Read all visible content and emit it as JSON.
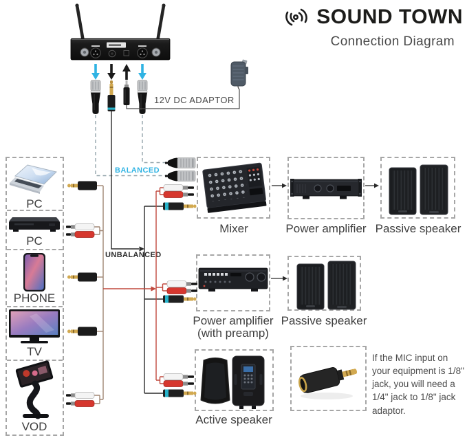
{
  "header": {
    "brand": "SOUND TOWN",
    "subtitle": "Connection Diagram"
  },
  "labels": {
    "dc_adaptor": "12V DC ADAPTOR",
    "balanced": "BALANCED",
    "unbalanced": "UNBALANCED"
  },
  "devices": [
    {
      "id": "pc-laptop",
      "label": "PC"
    },
    {
      "id": "pc-player",
      "label": "PC"
    },
    {
      "id": "phone",
      "label": "PHONE"
    },
    {
      "id": "tv",
      "label": "TV"
    },
    {
      "id": "vod",
      "label": "VOD"
    }
  ],
  "equipment": [
    {
      "id": "mixer",
      "label": "Mixer"
    },
    {
      "id": "power-amplifier",
      "label": "Power amplifier"
    },
    {
      "id": "passive-speaker-top",
      "label": "Passive speaker"
    },
    {
      "id": "power-amplifier-preamp",
      "label": "Power amplifier",
      "sublabel": "(with preamp)"
    },
    {
      "id": "passive-speaker-mid",
      "label": "Passive speaker"
    },
    {
      "id": "active-speaker",
      "label": "Active speaker"
    }
  ],
  "note": "If the MIC input on your equipment is 1/8\" jack, you will need a 1/4\" jack to 1/8\" jack adaptor.",
  "colors": {
    "accent_cyan": "#2fb3e3",
    "balanced_dash": "#93a4aa",
    "unbalanced_line": "#2b2b2b",
    "device_bus": "#a08673",
    "rca_feed": "#c0483d"
  },
  "icons": [
    "soundtown-logo-icon",
    "wireless-receiver-image",
    "xlr-female-connector",
    "quarter-inch-plug",
    "dc-plug",
    "power-adaptor-image",
    "xlr-male-connector",
    "rca-plug-white",
    "rca-plug-red",
    "aux-plug",
    "laptop-icon",
    "media-player-icon",
    "phone-icon",
    "tv-icon",
    "vod-kiosk-icon",
    "mixer-icon",
    "power-amplifier-icon",
    "passive-speaker-icon",
    "preamp-amplifier-icon",
    "active-speaker-icon",
    "jack-adaptor-icon"
  ]
}
